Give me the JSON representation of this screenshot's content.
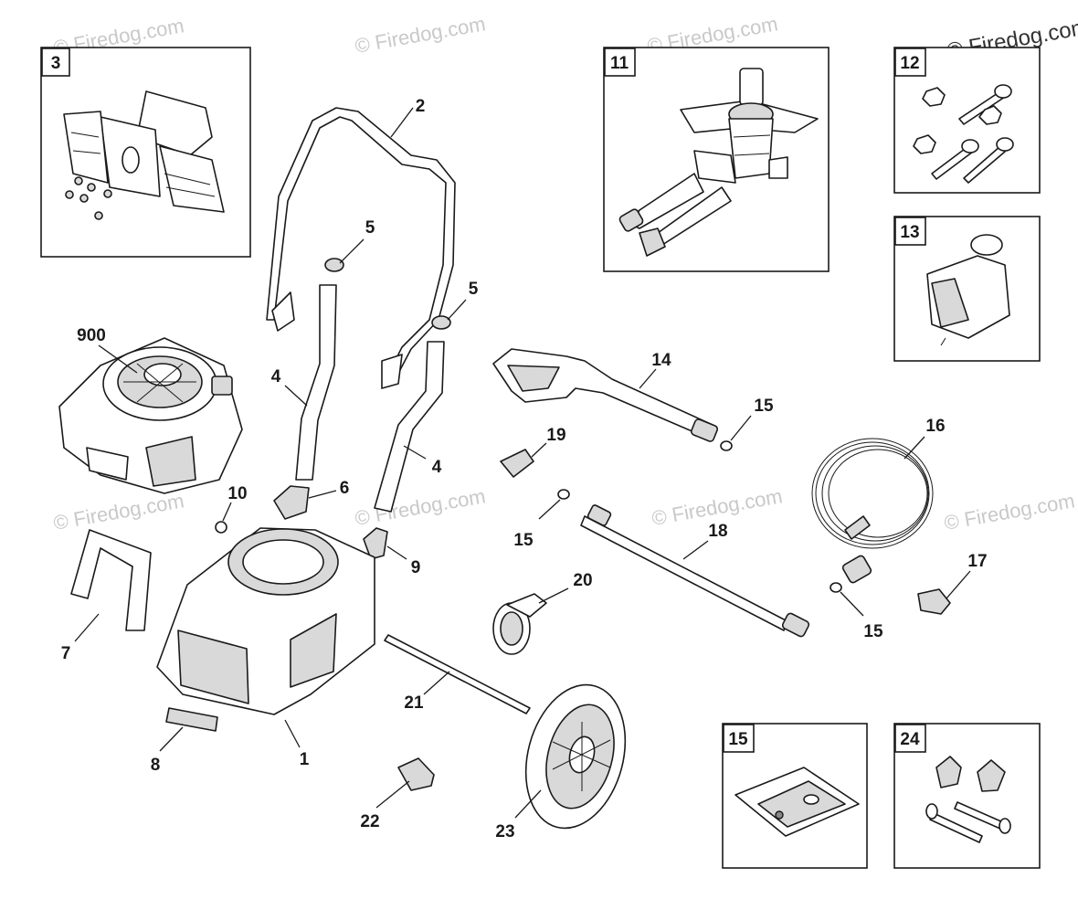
{
  "watermark": {
    "text": "© Firedog.com",
    "corner_text": "© Firedog.com"
  },
  "callouts": [
    {
      "id": "c2",
      "label": "2"
    },
    {
      "id": "c5a",
      "label": "5"
    },
    {
      "id": "c5b",
      "label": "5"
    },
    {
      "id": "c900",
      "label": "900"
    },
    {
      "id": "c4a",
      "label": "4"
    },
    {
      "id": "c4b",
      "label": "4"
    },
    {
      "id": "c6",
      "label": "6"
    },
    {
      "id": "c10",
      "label": "10"
    },
    {
      "id": "c9",
      "label": "9"
    },
    {
      "id": "c7",
      "label": "7"
    },
    {
      "id": "c8",
      "label": "8"
    },
    {
      "id": "c1",
      "label": "1"
    },
    {
      "id": "c14",
      "label": "14"
    },
    {
      "id": "c15a",
      "label": "15"
    },
    {
      "id": "c19",
      "label": "19"
    },
    {
      "id": "c15b",
      "label": "15"
    },
    {
      "id": "c18",
      "label": "18"
    },
    {
      "id": "c16",
      "label": "16"
    },
    {
      "id": "c17",
      "label": "17"
    },
    {
      "id": "c15c",
      "label": "15"
    },
    {
      "id": "c20",
      "label": "20"
    },
    {
      "id": "c21",
      "label": "21"
    },
    {
      "id": "c22",
      "label": "22"
    },
    {
      "id": "c23",
      "label": "23"
    }
  ],
  "kits": [
    {
      "id": "k3",
      "label": "3"
    },
    {
      "id": "k11",
      "label": "11"
    },
    {
      "id": "k12",
      "label": "12"
    },
    {
      "id": "k13",
      "label": "13"
    },
    {
      "id": "k15",
      "label": "15"
    },
    {
      "id": "k24",
      "label": "24"
    }
  ]
}
